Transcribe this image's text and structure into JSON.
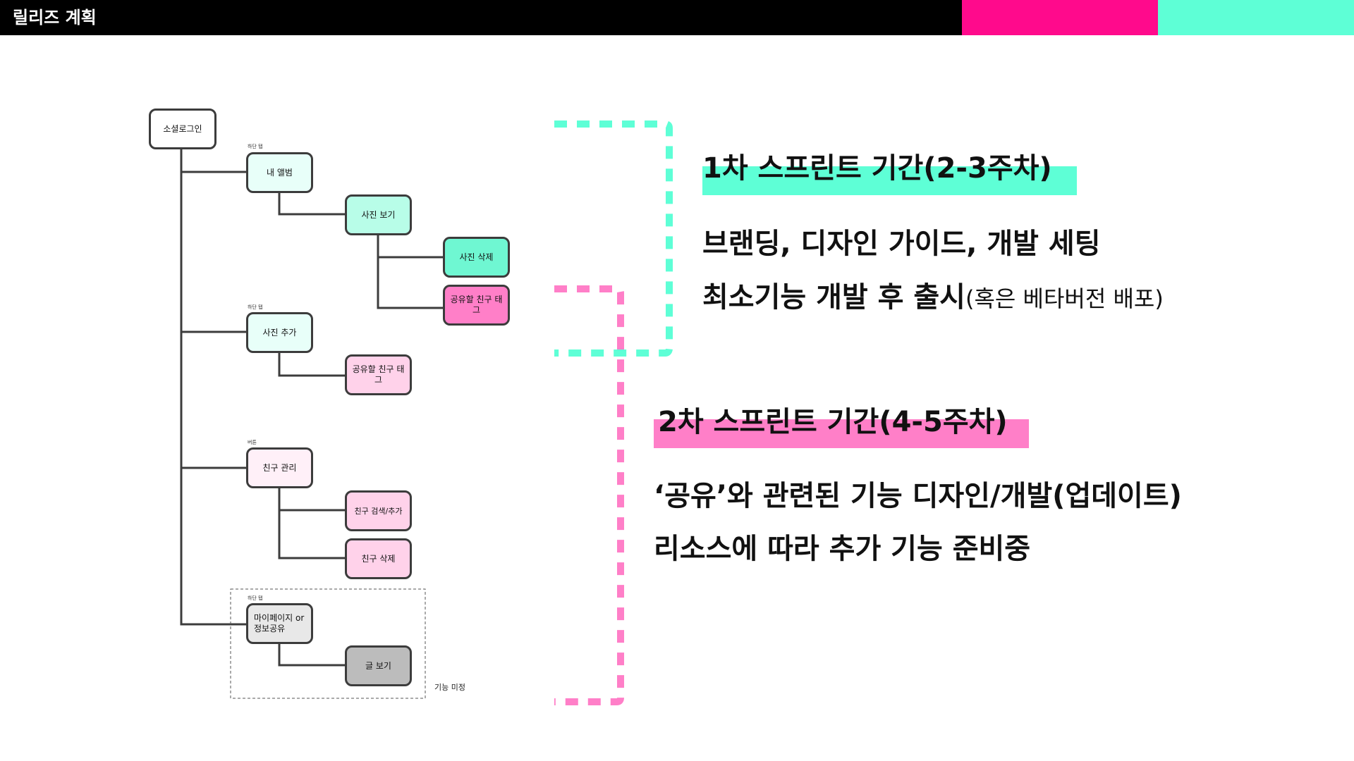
{
  "header": {
    "title": "릴리즈 계획"
  },
  "colors": {
    "mint": "#5effd6",
    "pink": "#ff0a8c",
    "pink_light": "#ff7fc8"
  },
  "tree": {
    "root": "소셜로그인",
    "tag_bottom_tab": "하단 탭",
    "tag_button": "버튼",
    "album": "내 앨범",
    "photo_view": "사진 보기",
    "photo_delete": "사진 삭제",
    "share_tag_1": "공유할 친구 태그",
    "photo_add": "사진 추가",
    "share_tag_2": "공유할 친구 태그",
    "friends": "친구 관리",
    "friend_search": "친구 검색/추가",
    "friend_delete": "친구 삭제",
    "mypage": "마이페이지 or 정보공유",
    "post_view": "글 보기",
    "undecided": "기능 미정"
  },
  "sprint1": {
    "title": "1차 스프린트 기간(2-3주차)",
    "line1": "브랜딩, 디자인 가이드, 개발 세팅",
    "line2": "최소기능 개발 후 출시",
    "line2_note": "(혹은 베타버전 배포)"
  },
  "sprint2": {
    "title": "2차 스프린트 기간(4-5주차)",
    "line1": "‘공유’와 관련된 기능 디자인/개발(업데이트)",
    "line2": "리소스에 따라 추가 기능 준비중"
  }
}
